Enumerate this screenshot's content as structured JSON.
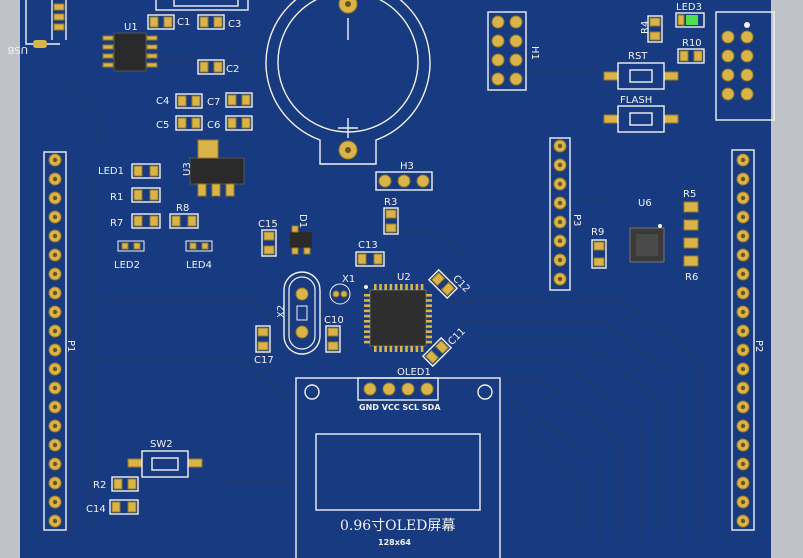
{
  "colors": {
    "board": "#173a80",
    "board_dark": "#142f68",
    "copper": "#d9b44a",
    "silkscreen": "#f2f2f2",
    "led_green": "#4fe04f",
    "chip": "#2a2a2a",
    "background": "#bfc3c8"
  },
  "labels": {
    "usb": "USB",
    "u1": "U1",
    "c1": "C1",
    "c3": "C3",
    "c2": "C2",
    "c4": "C4",
    "c7": "C7",
    "c5": "C5",
    "c6": "C6",
    "u3": "U3",
    "led1": "LED1",
    "r1": "R1",
    "r7": "R7",
    "r8": "R8",
    "led2": "LED2",
    "led4": "LED4",
    "c15": "C15",
    "d1": "D1",
    "h3": "H3",
    "r3": "R3",
    "c13": "C13",
    "x1": "X1",
    "u2": "U2",
    "c12": "C12",
    "x2": "X2",
    "c10": "C10",
    "c17": "C17",
    "c11": "C11",
    "oled1": "OLED1",
    "oled_pins": "GND VCC SCL SDA",
    "oled_caption": "0.96寸OLED屏幕",
    "oled_resolution": "128x64",
    "h1": "H1",
    "r4": "R4",
    "led3": "LED3",
    "r10": "R10",
    "rst": "RST",
    "flash": "FLASH",
    "p3": "P3",
    "r9": "R9",
    "u6": "U6",
    "r5": "R5",
    "r6": "R6",
    "p1": "P1",
    "p2": "P2",
    "sw2": "SW2",
    "r2": "R2",
    "c14": "C14"
  }
}
